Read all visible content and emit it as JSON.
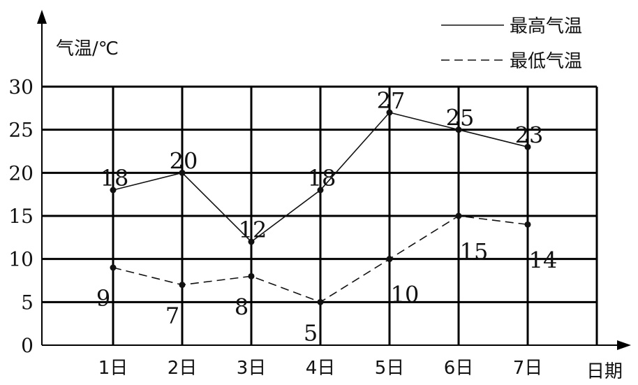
{
  "chart_data": {
    "type": "line",
    "ylabel": "气温/℃",
    "xlabel": "日期",
    "categories": [
      "1日",
      "2日",
      "3日",
      "4日",
      "5日",
      "6日",
      "7日"
    ],
    "ylim": [
      0,
      30
    ],
    "yticks": [
      0,
      5,
      10,
      15,
      20,
      25,
      30
    ],
    "grid": true,
    "legend_position": "top-right",
    "series": [
      {
        "name": "最高气温",
        "style": "solid",
        "values": [
          18,
          20,
          12,
          18,
          27,
          25,
          23
        ]
      },
      {
        "name": "最低气温",
        "style": "dashed",
        "values": [
          9,
          7,
          8,
          5,
          10,
          15,
          14
        ]
      }
    ]
  }
}
